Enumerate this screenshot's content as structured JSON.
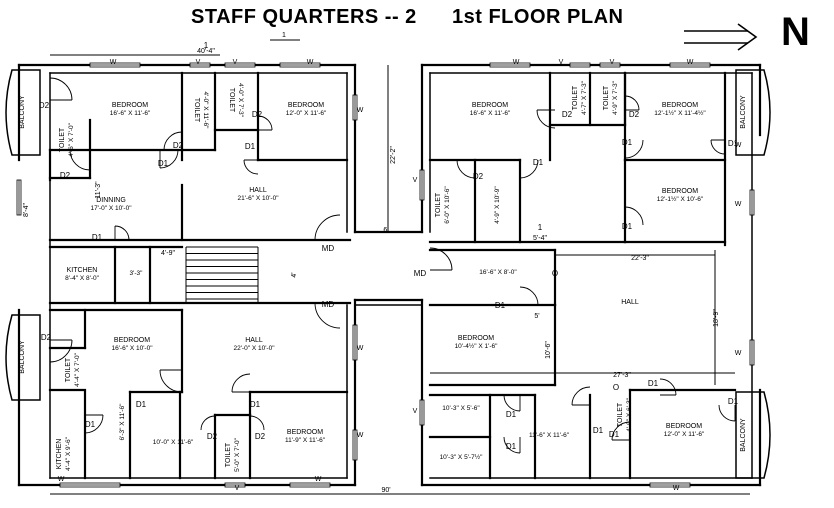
{
  "title": {
    "main": "STAFF QUARTERS -- 2",
    "sub": "1st FLOOR PLAN"
  },
  "north": {
    "label": "N",
    "icon": "north-arrow-icon"
  },
  "dimensions": {
    "top_width": "40'-4\"",
    "bottom_width": "90'",
    "corridor_length": "22'-2\"",
    "left_side": "8'-4\"",
    "right_hall_width": "22'-3\"",
    "right_hall_height": "18'-9\"",
    "right_lower_width": "27'-3\"",
    "stair_width": "4'-9\"",
    "stair_depth": "4'",
    "corridor_short": "6'",
    "landing": "5'-4\"",
    "hall_gap": "5'",
    "toilet_gap": "11'-3\"",
    "passage_depth": "10'-6\""
  },
  "rooms": [
    {
      "name": "BEDROOM",
      "size": "16'-6\" X 11'-6\""
    },
    {
      "name": "TOILET",
      "size": "4'-0\" X 11'-6\""
    },
    {
      "name": "TOILET",
      "size": "4'-0\" X 7'-3\""
    },
    {
      "name": "BEDROOM",
      "size": "12'-0\" X 11'-6\""
    },
    {
      "name": "TOILET",
      "size": "4'-6\" X 7'-0\""
    },
    {
      "name": "DINNING",
      "size": "17'-0\" X 10'-0\""
    },
    {
      "name": "HALL",
      "size": "21'-6\" X 10'-0\""
    },
    {
      "name": "KITCHEN",
      "size": "8'-4\" X 8'-0\""
    },
    {
      "name": "",
      "size": "3'-3\""
    },
    {
      "name": "BEDROOM",
      "size": "16'-6\" X 10'-0\""
    },
    {
      "name": "HALL",
      "size": "22'-0\" X 10'-0\""
    },
    {
      "name": "TOILET",
      "size": "4'-4\" X 7'-0\""
    },
    {
      "name": "KITCHEN",
      "size": "4'-4\" X 9'-6\""
    },
    {
      "name": "",
      "size": "6'-3\" X 11'-6\""
    },
    {
      "name": "",
      "size": "10'-0\" X 11'-6\""
    },
    {
      "name": "TOILET",
      "size": "5'-0\" X 7'-0\""
    },
    {
      "name": "BEDROOM",
      "size": "11'-9\" X 11'-6\""
    },
    {
      "name": "BEDROOM",
      "size": "16'-6\" X 11'-6\""
    },
    {
      "name": "TOILET",
      "size": "4'-7\" X 7'-3\""
    },
    {
      "name": "TOILET",
      "size": "4'-9\" X 7'-3\""
    },
    {
      "name": "BEDROOM",
      "size": "12'-1½\" X 11'-4½\""
    },
    {
      "name": "TOILET",
      "size": "6'-0\" X 10'-6\""
    },
    {
      "name": "",
      "size": "4'-9\" X 10'-9\""
    },
    {
      "name": "BEDROOM",
      "size": "12'-1½\" X 10'-6\""
    },
    {
      "name": "",
      "size": "16'-6\" X 8'-0\""
    },
    {
      "name": "HALL",
      "size": ""
    },
    {
      "name": "BEDROOM",
      "size": "10'-4½\" X 1'-6\""
    },
    {
      "name": "",
      "size": "10'-3\" X 5'-6\""
    },
    {
      "name": "",
      "size": "10'-3\" X 5'-7½\""
    },
    {
      "name": "",
      "size": "11'-6\" X 11'-6\""
    },
    {
      "name": "TOILET",
      "size": "4'-9\" X 6'-3\""
    },
    {
      "name": "BEDROOM",
      "size": "12'-0\" X 11'-6\""
    }
  ],
  "balconies": {
    "label": "BALCONY"
  },
  "doors": {
    "d1": "D1",
    "d2": "D2",
    "md": "MD"
  },
  "windows": {
    "w": "W",
    "v": "V"
  },
  "marks": {
    "o": "O",
    "one": "1"
  }
}
